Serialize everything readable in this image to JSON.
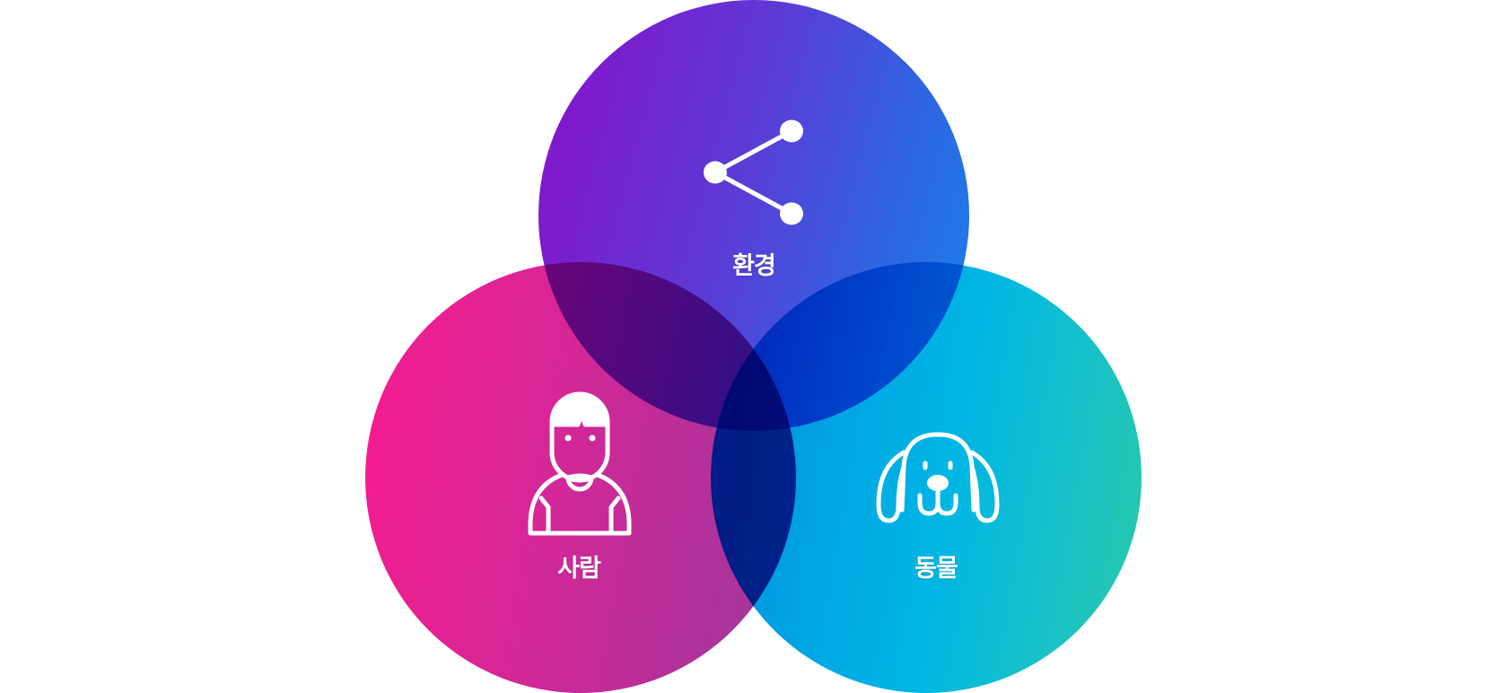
{
  "diagram": {
    "type": "venn",
    "sets": [
      {
        "id": "environment",
        "label": "환경",
        "icon": "share-icon",
        "position": "top",
        "gradient": [
          "#8a0fc9",
          "#1683ec"
        ]
      },
      {
        "id": "people",
        "label": "사람",
        "icon": "person-icon",
        "position": "bottom-left",
        "gradient": [
          "#f71b8e",
          "#9e3a9b"
        ]
      },
      {
        "id": "animals",
        "label": "동물",
        "icon": "dog-icon",
        "position": "bottom-right",
        "gradient": [
          "#0089d8",
          "#2bc9a5"
        ]
      }
    ],
    "overlap_colors": {
      "environment_people": "#4a0a78",
      "environment_animals": "#0037c2",
      "people_animals": "#001a7e",
      "all_three": "#00085e"
    },
    "icon_color": "#ffffff",
    "background": "#ffffff"
  }
}
